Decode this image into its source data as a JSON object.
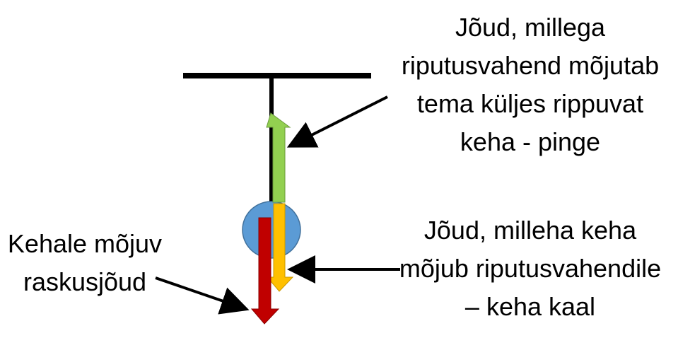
{
  "labels": {
    "tension": {
      "lines": [
        "Jõud, millega",
        "riputusvahend mõjutab",
        "tema küljes rippuvat",
        "keha - pinge"
      ]
    },
    "weight": {
      "lines": [
        "Jõud, milleha keha",
        "mõjub riputusvahendile",
        "– keha kaal"
      ]
    },
    "gravity": {
      "lines": [
        "Kehale mõjuv",
        "raskusjõud"
      ]
    }
  },
  "colors": {
    "support": "#000000",
    "body": "#5b9bd5",
    "body_outline": "#41719c",
    "tension_arrow": "#92d050",
    "weight_arrow": "#ffc000",
    "gravity_arrow": "#c00000",
    "pointer": "#000000"
  }
}
